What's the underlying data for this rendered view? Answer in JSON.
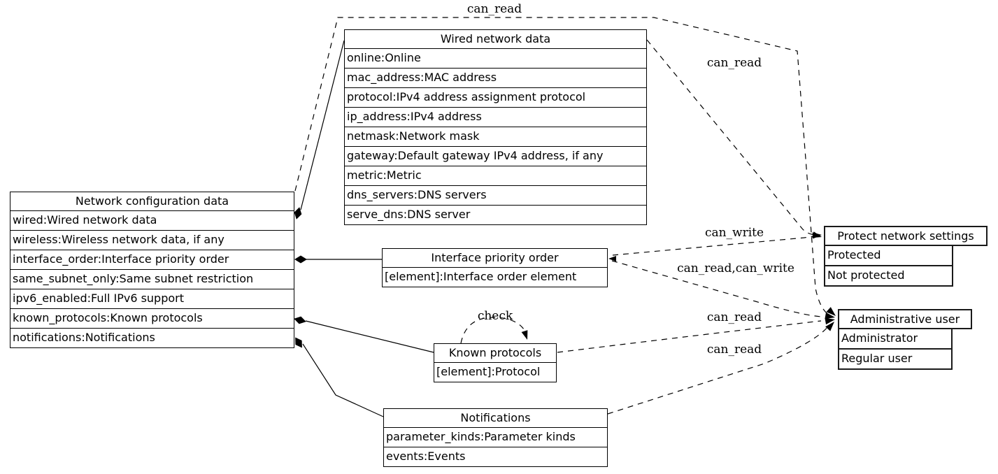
{
  "diagram": {
    "nodes": {
      "network_config": {
        "title": "Network configuration data",
        "rows": [
          "wired:Wired network data",
          "wireless:Wireless network data, if any",
          "interface_order:Interface priority order",
          "same_subnet_only:Same subnet restriction",
          "ipv6_enabled:Full IPv6 support",
          "known_protocols:Known protocols",
          "notifications:Notifications"
        ]
      },
      "wired_data": {
        "title": "Wired network data",
        "rows": [
          "online:Online",
          "mac_address:MAC address",
          "protocol:IPv4 address assignment protocol",
          "ip_address:IPv4 address",
          "netmask:Network mask",
          "gateway:Default gateway IPv4 address, if any",
          "metric:Metric",
          "dns_servers:DNS servers",
          "serve_dns:DNS server"
        ]
      },
      "interface_order": {
        "title": "Interface priority order",
        "rows": [
          "[element]:Interface order element"
        ]
      },
      "known_protocols": {
        "title": "Known protocols",
        "rows": [
          "[element]:Protocol"
        ]
      },
      "notifications": {
        "title": "Notifications",
        "rows": [
          "parameter_kinds:Parameter kinds",
          "events:Events"
        ]
      },
      "protect": {
        "title": "Protect network settings",
        "rows": [
          "Protected",
          "Not protected"
        ]
      },
      "admin_user": {
        "title": "Administrative user",
        "rows": [
          "Administrator",
          "Regular user"
        ]
      }
    },
    "edge_labels": {
      "can_read_top": "can_read",
      "can_read_wired": "can_read",
      "can_write": "can_write",
      "can_read_can_write": "can_read,can_write",
      "can_read_known": "can_read",
      "can_read_notifications": "can_read",
      "check": "check"
    },
    "colors": {
      "line": "#000000",
      "background": "#ffffff"
    }
  }
}
